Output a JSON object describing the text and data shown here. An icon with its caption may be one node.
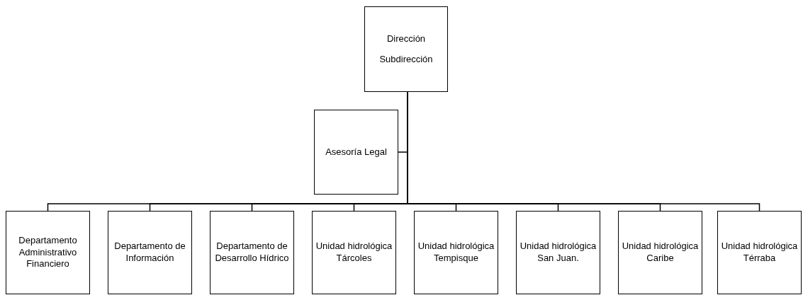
{
  "diagram": {
    "nodes": [
      {
        "text": [
          "Dirección",
          "Subdirección"
        ]
      },
      {
        "text": [
          "Asesoría Legal"
        ]
      },
      {
        "text": [
          "Departamento Administrativo Financiero"
        ]
      },
      {
        "text": [
          "Departamento de Información"
        ]
      },
      {
        "text": [
          "Departamento de Desarrollo Hídrico"
        ]
      },
      {
        "text": [
          "Unidad hidrológica Tárcoles"
        ]
      },
      {
        "text": [
          "Unidad hidrológica Tempisque"
        ]
      },
      {
        "text": [
          "Unidad hidrológica San Juan."
        ]
      },
      {
        "text": [
          "Unidad hidrológica Caribe"
        ]
      },
      {
        "text": [
          "Unidad hidrológica Térraba"
        ]
      }
    ],
    "edges": [
      {
        "from": 0,
        "to": 1,
        "arrow": "none"
      },
      {
        "from": 0,
        "to": 2,
        "arrow": "none"
      },
      {
        "from": 0,
        "to": 3,
        "arrow": "none"
      },
      {
        "from": 0,
        "to": 4,
        "arrow": "none"
      },
      {
        "from": 0,
        "to": 5,
        "arrow": "none"
      },
      {
        "from": 0,
        "to": 6,
        "arrow": "none"
      },
      {
        "from": 0,
        "to": 7,
        "arrow": "none"
      },
      {
        "from": 0,
        "to": 8,
        "arrow": "none"
      },
      {
        "from": 0,
        "to": 9,
        "arrow": "none"
      }
    ]
  }
}
